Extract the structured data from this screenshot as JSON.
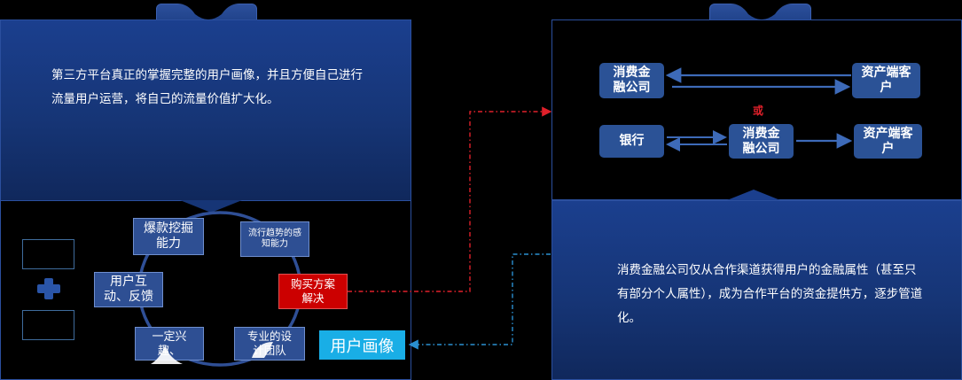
{
  "left_panel": {
    "description": "第三方平台真正的掌握完整的用户画像，并且方便自己进行流量用户运营，将自己的流量价值扩大化。"
  },
  "cycle_nodes": {
    "hot_product": "爆款挖掘能力",
    "trend": "流行趋势的感知能力",
    "interaction": "用户互动、反馈",
    "interest": "一定兴趣、",
    "design": "专业的设计团队",
    "purchase": "购买方案解决"
  },
  "user_profile": "用户画像",
  "right_panel": {
    "row1": {
      "left": "消费金融公司",
      "right": "资产端客户"
    },
    "or_label": "或",
    "row2": {
      "bank": "银行",
      "middle": "消费金融公司",
      "right": "资产端客户"
    },
    "description": "消费金融公司仅从合作渠道获得用户的金融属性（甚至只有部分个人属性），成为合作平台的资金提供方，逐步管道化。"
  },
  "colors": {
    "panel": "#1b3f8e",
    "node": "#2e4f93",
    "highlight": "#cc0000",
    "cyan": "#19aee6",
    "connector_red": "#e0202a",
    "connector_blue": "#2a8fd0"
  }
}
